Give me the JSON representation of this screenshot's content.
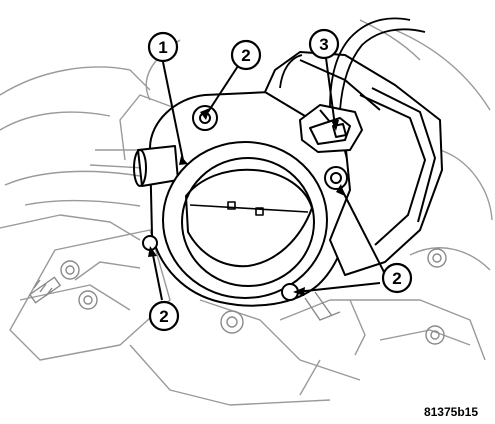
{
  "figure_id": "81375b15",
  "callouts": [
    {
      "label": "1"
    },
    {
      "label": "2"
    },
    {
      "label": "3"
    },
    {
      "label": "2"
    },
    {
      "label": "2"
    }
  ]
}
